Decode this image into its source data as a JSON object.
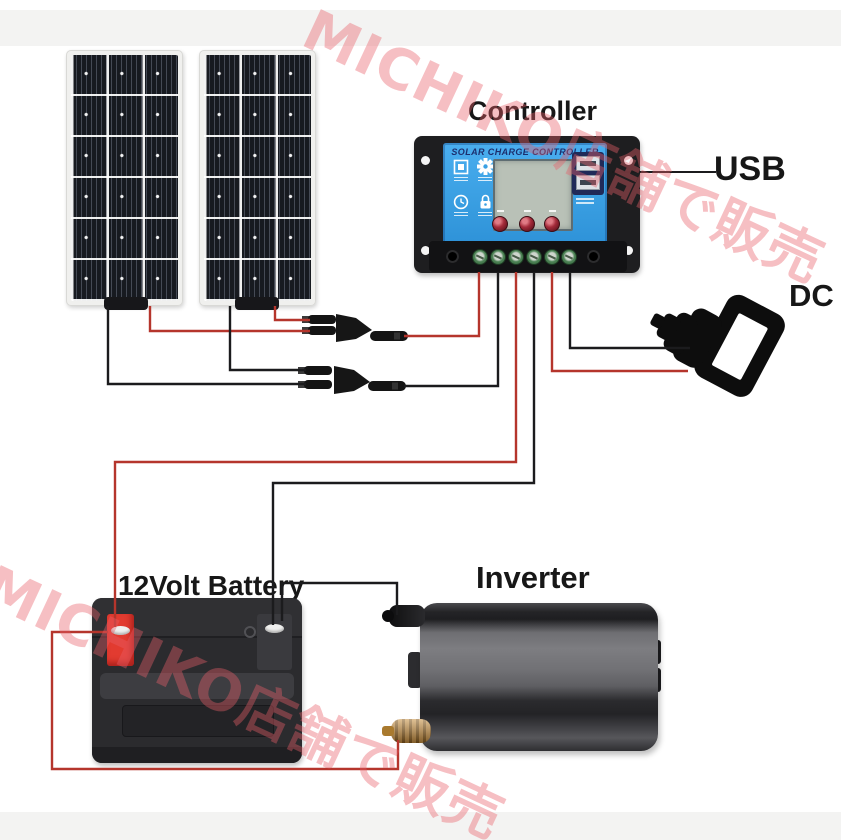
{
  "image_type": "solar power system wiring diagram product photo",
  "watermark": {
    "text": "MICHIKO店舗で販売",
    "color": "#e8606a",
    "opacity": 0.4
  },
  "labels": {
    "controller": "Controller",
    "usb": "USB",
    "dc": "DC",
    "battery": "12Volt Battery",
    "inverter": "Inverter"
  },
  "controller": {
    "title": "SOLAR CHARGE CONTROLLER",
    "face_color": "#3aa1e4",
    "title_color": "#1c2f6e",
    "body_color": "#1e1e20",
    "lcd_color": "#b9c1b7",
    "button_count": 3,
    "usb_port_count": 2,
    "screw_terminal_count": 6,
    "icons": [
      "lcd-display-icon",
      "gear-icon",
      "clock-icon",
      "lock-icon"
    ]
  },
  "solar_panels": {
    "count": 2,
    "cell_columns": 3,
    "cell_rows": 6
  },
  "wires": {
    "positive_color": "#b5352c",
    "negative_color": "#1b1b1d"
  },
  "connectors": {
    "type": "MC4 Y-branch",
    "count": 2
  },
  "battery_terminals": {
    "positive_color": "#e23b30",
    "negative_color": "#3a3a3e"
  },
  "inverter_terminals": {
    "top": "black",
    "bottom": "gold"
  },
  "dc_plug": {
    "color": "#0d0d0d"
  }
}
